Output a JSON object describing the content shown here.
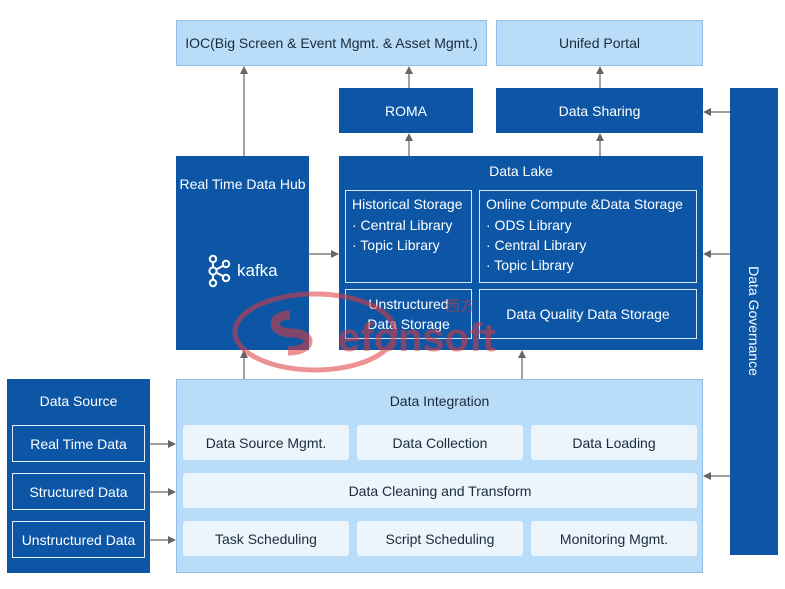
{
  "top": {
    "ioc": "IOC(Big Screen & Event Mgmt. & Asset Mgmt.)",
    "portal": "Unifed Portal"
  },
  "middle": {
    "roma": "ROMA",
    "sharing": "Data Sharing"
  },
  "hub": {
    "title": "Real Time Data Hub",
    "logo_text": "kafka",
    "logo_icon": "kafka-icon"
  },
  "lake": {
    "title": "Data Lake",
    "historical": {
      "title": "Historical Storage",
      "items": [
        "· Central Library",
        "· Topic Library"
      ]
    },
    "online": {
      "title": "Online Compute &Data Storage",
      "items": [
        "· ODS Library",
        "· Central Library",
        "· Topic Library"
      ]
    },
    "unstructured": "Unstructured Data Storage",
    "quality": "Data Quality Data Storage"
  },
  "governance": "Data Governance",
  "source": {
    "title": "Data Source",
    "items": [
      "Real Time Data",
      "Structured Data",
      "Unstructured Data"
    ]
  },
  "integration": {
    "title": "Data Integration",
    "row1": [
      "Data Source Mgmt.",
      "Data Collection",
      "Data Loading"
    ],
    "row2": "Data Cleaning and Transform",
    "row3": [
      "Task Scheduling",
      "Script Scheduling",
      "Monitoring Mgmt."
    ]
  },
  "watermark": {
    "latin": "Sefonsoft",
    "cjk": "西方"
  },
  "colors": {
    "dark_blue": "#0d56a6",
    "light_blue": "#b9dcf9",
    "arrow": "#666666",
    "watermark": "#e03a3a"
  }
}
